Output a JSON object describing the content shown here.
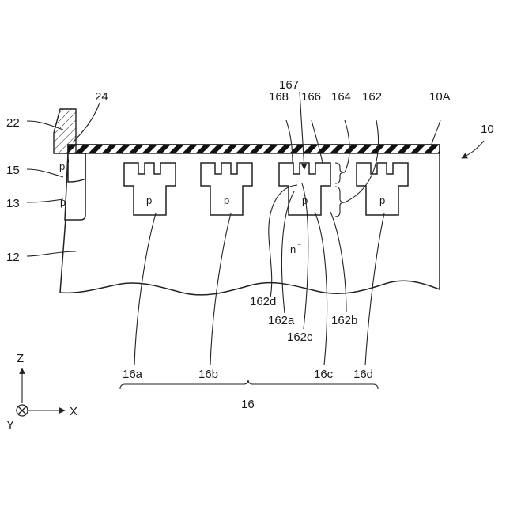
{
  "figure_labels": {
    "ref_10": "10",
    "ref_10A": "10A",
    "ref_12": "12",
    "ref_13": "13",
    "ref_15": "15",
    "ref_16": "16",
    "ref_16a": "16a",
    "ref_16b": "16b",
    "ref_16c": "16c",
    "ref_16d": "16d",
    "ref_22": "22",
    "ref_24": "24",
    "ref_162": "162",
    "ref_162a": "162a",
    "ref_162b": "162b",
    "ref_162c": "162c",
    "ref_162d": "162d",
    "ref_164": "164",
    "ref_166": "166",
    "ref_167": "167",
    "ref_168": "168"
  },
  "regions": {
    "p_plus": "p",
    "p_plus_sup": "+",
    "p_well_13": "p",
    "p_16a": "p",
    "p_16b": "p",
    "p_16c": "p",
    "p_16d": "p",
    "n_minus": "n",
    "n_minus_sup": "−"
  },
  "axes": {
    "z": "Z",
    "x": "X",
    "y": "Y"
  }
}
